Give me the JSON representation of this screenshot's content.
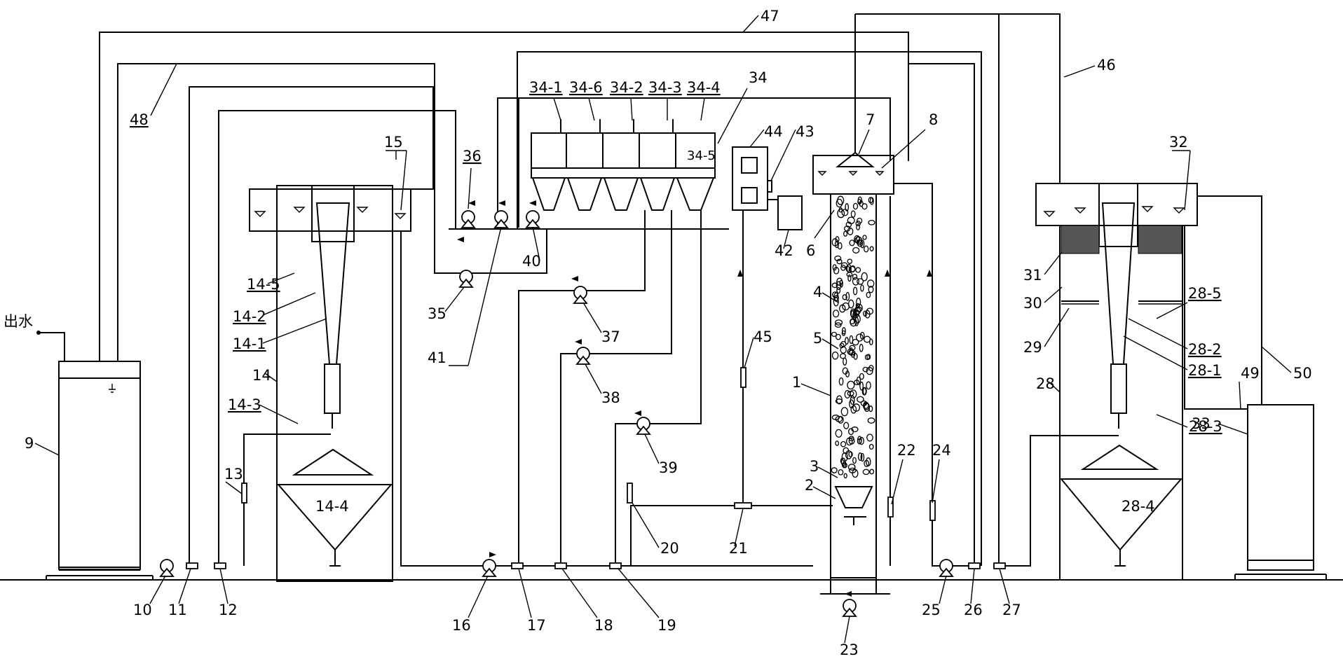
{
  "outlet_label": "出水",
  "labels": {
    "n1": "1",
    "n2": "2",
    "n3": "3",
    "n4": "4",
    "n5": "5",
    "n6": "6",
    "n7": "7",
    "n8": "8",
    "n9": "9",
    "n10": "10",
    "n11": "11",
    "n12": "12",
    "n13": "13",
    "n14": "14",
    "n14_1": "14-1",
    "n14_2": "14-2",
    "n14_3": "14-3",
    "n14_4": "14-4",
    "n14_5": "14-5",
    "n15": "15",
    "n16": "16",
    "n17": "17",
    "n18": "18",
    "n19": "19",
    "n20": "20",
    "n21": "21",
    "n22": "22",
    "n23": "23",
    "n24": "24",
    "n25": "25",
    "n26": "26",
    "n27": "27",
    "n28": "28",
    "n28_1": "28-1",
    "n28_2": "28-2",
    "n28_3": "28-3",
    "n28_4": "28-4",
    "n28_5": "28-5",
    "n29": "29",
    "n30": "30",
    "n31": "31",
    "n32": "32",
    "n33": "33",
    "n34": "34",
    "n34_1": "34-1",
    "n34_2": "34-2",
    "n34_3": "34-3",
    "n34_4": "34-4",
    "n34_5": "34-5",
    "n34_6": "34-6",
    "n35": "35",
    "n36": "36",
    "n37": "37",
    "n38": "38",
    "n39": "39",
    "n40": "40",
    "n41": "41",
    "n42": "42",
    "n43": "43",
    "n44": "44",
    "n45": "45",
    "n46": "46",
    "n47": "47",
    "n48": "48",
    "n49": "49",
    "n50": "50"
  }
}
